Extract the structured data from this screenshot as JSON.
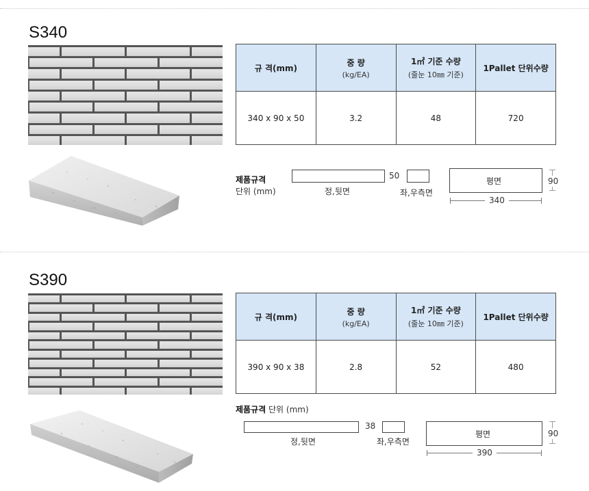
{
  "products": [
    {
      "title": "S340",
      "headers": {
        "spec": "규 격(mm)",
        "weight": "중 량",
        "weight_unit": "(kg/EA)",
        "per_m2": "1㎡ 기준 수량",
        "per_m2_note": "(줄눈 10㎜ 기준)",
        "per_pallet": "1Pallet 단위수량"
      },
      "row": {
        "spec": "340 x 90 x 50",
        "weight": "3.2",
        "per_m2": "48",
        "per_pallet": "720"
      },
      "diagram": {
        "label": "제품규격",
        "unit": "단위 (mm)",
        "front_label": "정,뒷면",
        "height": "50",
        "side_label": "좌,우측면",
        "plan_label": "평면",
        "width": "90",
        "length": "340"
      }
    },
    {
      "title": "S390",
      "headers": {
        "spec": "규 격(mm)",
        "weight": "중 량",
        "weight_unit": "(kg/EA)",
        "per_m2": "1㎡ 기준 수량",
        "per_m2_note": "(줄눈 10㎜ 기준)",
        "per_pallet": "1Pallet 단위수량"
      },
      "row": {
        "spec": "390 x 90 x 38",
        "weight": "2.8",
        "per_m2": "52",
        "per_pallet": "480"
      },
      "diagram": {
        "label": "제품규격",
        "unit": "단위 (mm)",
        "front_label": "정,뒷면",
        "height": "38",
        "side_label": "좌,우측면",
        "plan_label": "평면",
        "width": "90",
        "length": "390"
      }
    }
  ]
}
